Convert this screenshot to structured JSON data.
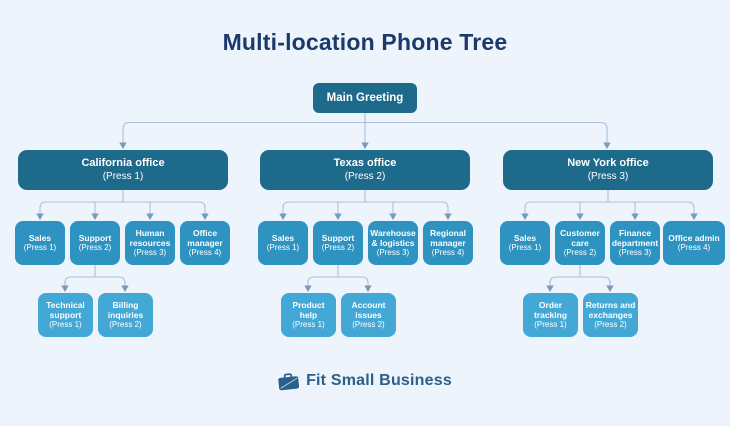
{
  "title": "Multi-location Phone Tree",
  "root": {
    "label": "Main Greeting"
  },
  "offices": [
    {
      "label": "California office",
      "press": "(Press 1)",
      "children": [
        {
          "label": "Sales",
          "press": "(Press 1)"
        },
        {
          "label": "Support",
          "press": "(Press 2)"
        },
        {
          "label": "Human resources",
          "press": "(Press 3)"
        },
        {
          "label": "Office manager",
          "press": "(Press 4)"
        }
      ],
      "grandchildren": [
        {
          "label": "Technical support",
          "press": "(Press 1)"
        },
        {
          "label": "Billing inquiries",
          "press": "(Press 2)"
        }
      ]
    },
    {
      "label": "Texas office",
      "press": "(Press 2)",
      "children": [
        {
          "label": "Sales",
          "press": "(Press 1)"
        },
        {
          "label": "Support",
          "press": "(Press 2)"
        },
        {
          "label": "Warehouse & logistics",
          "press": "(Press 3)"
        },
        {
          "label": "Regional manager",
          "press": "(Press 4)"
        }
      ],
      "grandchildren": [
        {
          "label": "Product help",
          "press": "(Press 1)"
        },
        {
          "label": "Account issues",
          "press": "(Press 2)"
        }
      ]
    },
    {
      "label": "New York office",
      "press": "(Press 3)",
      "children": [
        {
          "label": "Sales",
          "press": "(Press 1)"
        },
        {
          "label": "Customer care",
          "press": "(Press 2)"
        },
        {
          "label": "Finance department",
          "press": "(Press 3)"
        },
        {
          "label": "Office admin",
          "press": "(Press 4)"
        }
      ],
      "grandchildren": [
        {
          "label": "Order tracking",
          "press": "(Press 1)"
        },
        {
          "label": "Returns and exchanges",
          "press": "(Press 2)"
        }
      ]
    }
  ],
  "footer": {
    "brand": "Fit Small Business"
  },
  "colors": {
    "background": "#edf4fb",
    "title_text": "#1b3a6b",
    "level0_box": "#1e6a8b",
    "level1_box": "#2e93c1",
    "level2_box": "#43a8d6",
    "connector_line": "#abc0d8",
    "arrowhead": "#7b99bb",
    "brand_text": "#29618a"
  }
}
